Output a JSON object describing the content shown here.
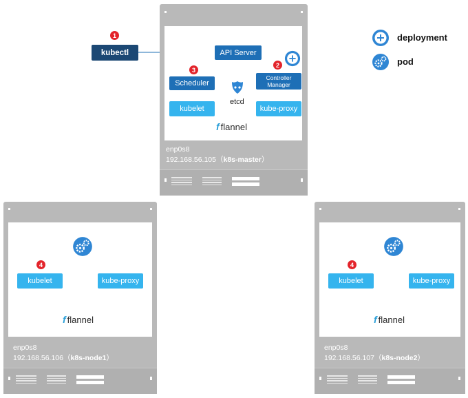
{
  "legend": {
    "deployment_label": "deployment",
    "pod_label": "pod"
  },
  "client": {
    "label": "kubectl",
    "badge": "1"
  },
  "master": {
    "api_server": "API Server",
    "scheduler": "Scheduler",
    "scheduler_badge": "3",
    "controller_line1": "Controller",
    "controller_line2": "Manager",
    "controller_badge": "2",
    "kubelet": "kubelet",
    "kube_proxy": "kube-proxy",
    "etcd": "etcd",
    "flannel": "flannel",
    "iface": "enp0s8",
    "ip": "192.168.56.105",
    "host": "k8s-master"
  },
  "node1": {
    "kubelet": "kubelet",
    "kubelet_badge": "4",
    "kube_proxy": "kube-proxy",
    "flannel": "flannel",
    "iface": "enp0s8",
    "ip": "192.168.56.106",
    "host": "k8s-node1"
  },
  "node2": {
    "kubelet": "kubelet",
    "kubelet_badge": "4",
    "kube_proxy": "kube-proxy",
    "flannel": "flannel",
    "iface": "enp0s8",
    "ip": "192.168.56.107",
    "host": "k8s-node2"
  },
  "colors": {
    "dark_box": "#1e6fb6",
    "light_box": "#35b4ee",
    "kubectl": "#1c4874",
    "badge": "#e3242b",
    "chassis": "#b9b9b9",
    "icon_blue": "#2f86d4"
  },
  "icons": [
    "deployment-icon",
    "pod-icon",
    "etcd-icon",
    "flannel-logo-icon"
  ]
}
